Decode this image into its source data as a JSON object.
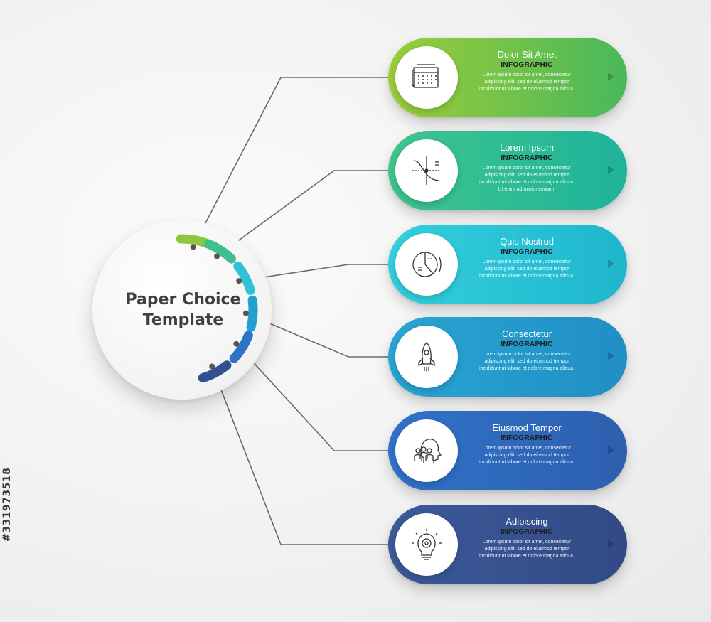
{
  "hub": {
    "title_line1": "Paper Choice",
    "title_line2": "Template"
  },
  "items": [
    {
      "title": "Dolor Sit Amet",
      "subtitle": "INFOGRAPHIC",
      "description": "Lorem ipsum dolor sit amet, consectetur adipiscing elit, sed do eiusmod tempor incididunt ut labore et dolore magna aliqua.",
      "icon": "calendar-icon",
      "color_from": "#9ccd3a",
      "color_to": "#49b85a",
      "segment_color": "#8dc63f"
    },
    {
      "title": "Lorem Ipsum",
      "subtitle": "INFOGRAPHIC",
      "description": "Lorem ipsum dolor sit amet, consectetur adipiscing elit, sed do eiusmod tempor incididunt ut labore et dolore magna aliqua. Ut enim ad minim veniam.",
      "icon": "graph-curve-icon",
      "color_from": "#3fc58e",
      "color_to": "#1fb39a",
      "segment_color": "#3ec08d"
    },
    {
      "title": "Quis Nostrud",
      "subtitle": "INFOGRAPHIC",
      "description": "Lorem ipsum dolor sit amet, consectetur adipiscing elit, sed do eiusmod tempor incididunt ut labore et dolore magna aliqua.",
      "icon": "pie-chart-icon",
      "color_from": "#35cfdf",
      "color_to": "#1fb6cc",
      "segment_color": "#2fc2d6"
    },
    {
      "title": "Consectetur",
      "subtitle": "INFOGRAPHIC",
      "description": "Lorem ipsum dolor sit amet, consectetur adipiscing elit, sed do eiusmod tempor incididunt ut labore et dolore magna aliqua.",
      "icon": "rocket-icon",
      "color_from": "#2aa5d3",
      "color_to": "#1f8fc4",
      "segment_color": "#23a0d0"
    },
    {
      "title": "Eiusmod Tempor",
      "subtitle": "INFOGRAPHIC",
      "description": "Lorem ipsum dolor sit amet, consectetur adipiscing elit, sed do eiusmod tempor incididunt ut labore et dolore magna aliqua.",
      "icon": "team-head-icon",
      "color_from": "#2f73c9",
      "color_to": "#2e5fae",
      "segment_color": "#2e74c6"
    },
    {
      "title": "Adipiscing",
      "subtitle": "INFOGRAPHIC",
      "description": "Lorem ipsum dolor sit amet, consectetur adipiscing elit, sed do eiusmod tempor incididunt ut labore et dolore magna aliqua.",
      "icon": "lightbulb-gear-icon",
      "color_from": "#3c5a9a",
      "color_to": "#314a84",
      "segment_color": "#324f8f"
    }
  ],
  "watermark": "#331973518"
}
